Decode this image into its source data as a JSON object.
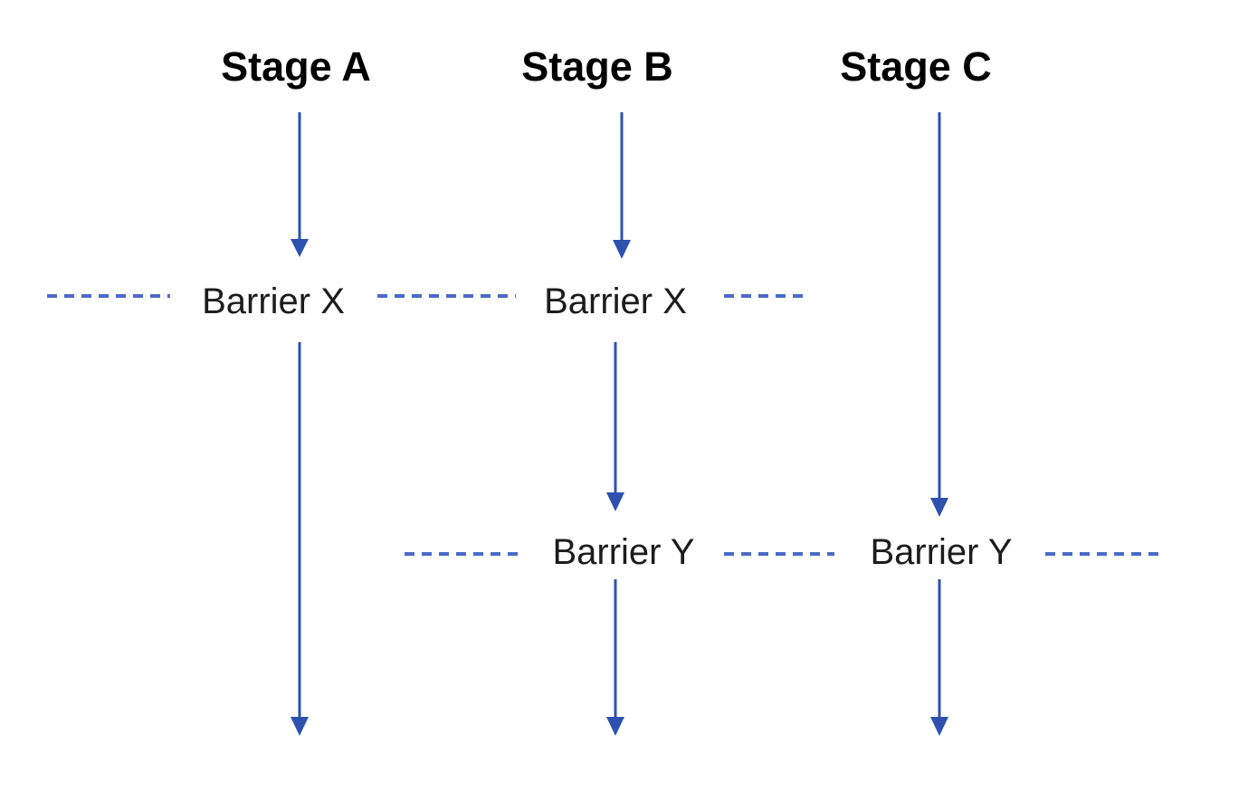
{
  "diagram": {
    "type": "parallel-stage-flow-with-barriers",
    "stages": [
      {
        "label": "Stage A"
      },
      {
        "label": "Stage B"
      },
      {
        "label": "Stage C"
      }
    ],
    "barrier_rows": [
      {
        "name": "X",
        "labels": [
          "Barrier X",
          "Barrier X"
        ]
      },
      {
        "name": "Y",
        "labels": [
          "Barrier Y",
          "Barrier Y"
        ]
      }
    ],
    "colors": {
      "arrow": "#2e51b0",
      "dash": "#4a6bc8",
      "stage_text": "#000000",
      "barrier_text": "#1c1c1c"
    }
  }
}
